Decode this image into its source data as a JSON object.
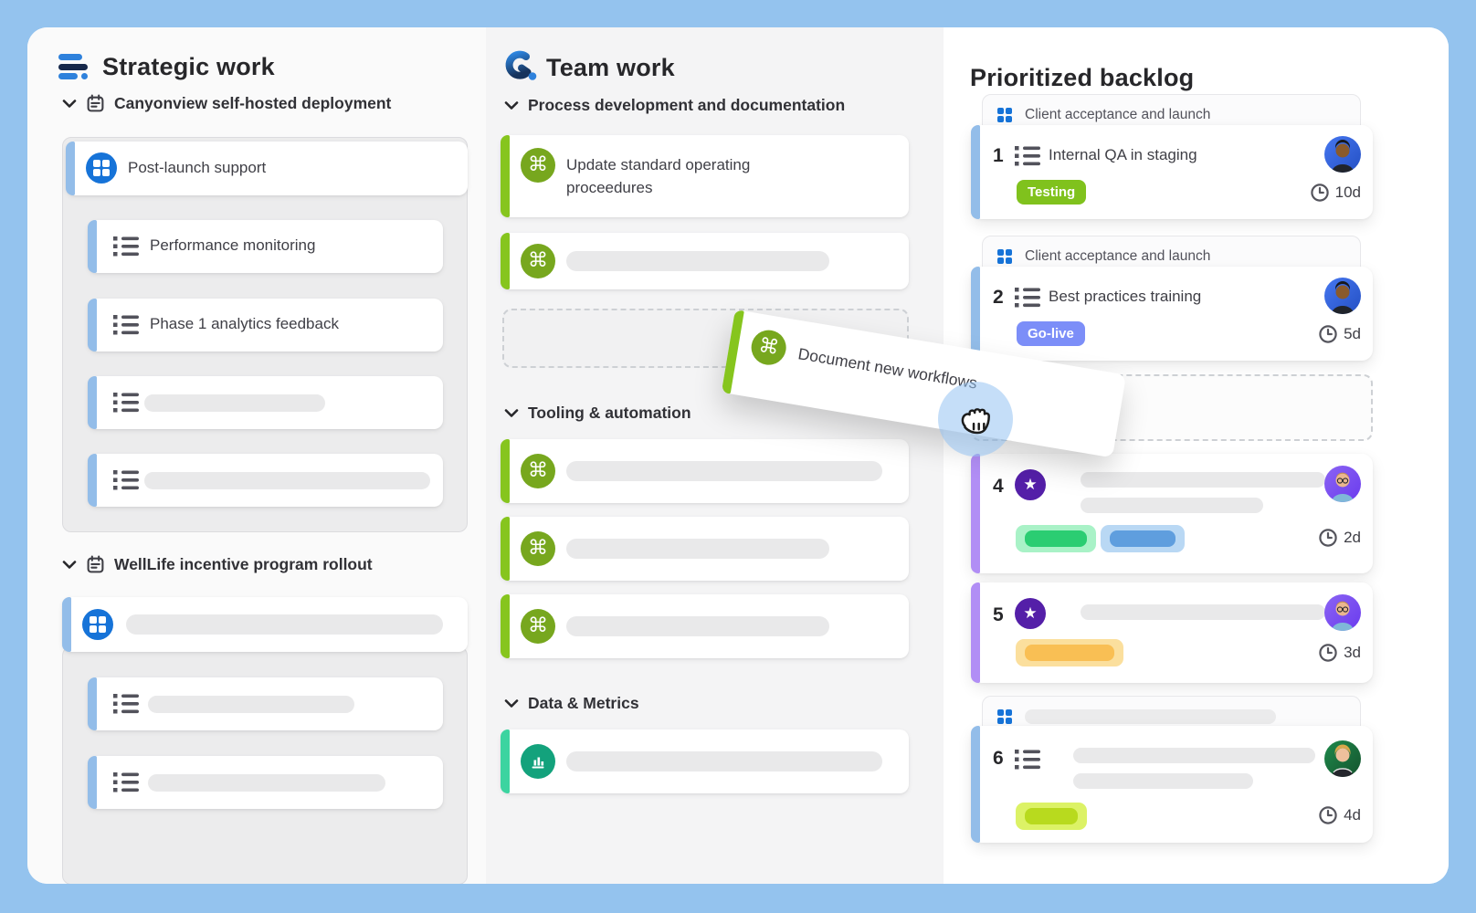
{
  "left": {
    "title": "Strategic work",
    "sections": [
      {
        "title": "Canyonview self-hosted deployment",
        "parent_label": "Post-launch support",
        "subtasks": [
          {
            "label": "Performance monitoring"
          },
          {
            "label": "Phase 1 analytics feedback"
          },
          {
            "skeleton": true
          },
          {
            "skeleton": true
          }
        ]
      },
      {
        "title": "WellLife incentive program rollout",
        "parent_skeleton": true,
        "subtasks": [
          {
            "skeleton": true
          },
          {
            "skeleton": true
          }
        ]
      }
    ]
  },
  "middle": {
    "title": "Team work",
    "sections": [
      {
        "title": "Process development and documentation"
      },
      {
        "title": "Tooling & automation"
      },
      {
        "title": "Data & Metrics"
      }
    ],
    "process_card_label": "Update standard operating proceedures"
  },
  "drag": {
    "label": "Document new workflows"
  },
  "right": {
    "title": "Prioritized backlog",
    "groups": [
      {
        "label": "Client acceptance and launch"
      },
      {
        "label": "Client acceptance and launch"
      },
      {
        "label": ""
      }
    ],
    "cards": [
      {
        "rank": "1",
        "title": "Internal QA in staging",
        "badge": "Testing",
        "duration": "10d"
      },
      {
        "rank": "2",
        "title": "Best practices training",
        "badge": "Go-live",
        "duration": "5d"
      },
      {
        "rank": "4",
        "duration": "2d"
      },
      {
        "rank": "5",
        "duration": "3d"
      },
      {
        "rank": "6",
        "duration": "4d"
      }
    ]
  },
  "colors": {
    "frame_blue": "#94c3ee",
    "accent_blue": "#1673d8",
    "strip_blue": "#93bde9",
    "strip_green": "#86c51e",
    "strip_teal": "#3cd4a0",
    "strip_purple": "#b18ef5",
    "badge_testing": "#80c21d",
    "badge_golive": "#7c8ef8",
    "skeleton_green": "#2bcd72",
    "skeleton_blue": "#5f9ede",
    "skeleton_orange": "#f9bf54",
    "skeleton_lime": "#b8da1e"
  },
  "icons": {
    "strategic_logo": "three-bars-logo",
    "team_logo": "g-swirl-logo",
    "chevron": "chevron-down",
    "calendar": "calendar",
    "list": "list",
    "grid": "grid-2x2",
    "command": "command-key",
    "star": "star",
    "chart": "bar-chart",
    "clock": "clock",
    "cursor": "grabbing-hand"
  }
}
